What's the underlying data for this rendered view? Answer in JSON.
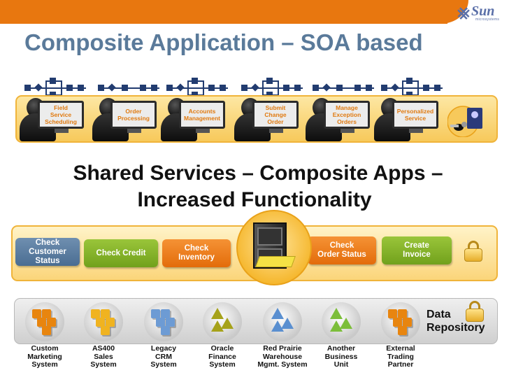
{
  "slide": {
    "title": "Composite Application – SOA based",
    "subtitle_line1": "Shared Services – Composite Apps –",
    "subtitle_line2": "Increased  Functionality"
  },
  "logo": {
    "brand": "Sun",
    "sub": "microsystems"
  },
  "processes": [
    "Field\nService\nScheduling",
    "Order\nProcessing",
    "Accounts\nManagement",
    "Submit\nChange\nOrder",
    "Manage\nException\nOrders",
    "Personalized\nService"
  ],
  "services": [
    {
      "label": "Check\nCustomer Status",
      "color": "#5b7ea3"
    },
    {
      "label": "Check Credit",
      "color": "#7aa82a"
    },
    {
      "label": "Check\nInventory",
      "color": "#ef7f1a"
    },
    {
      "label": "Check\nOrder Status",
      "color": "#ef7f1a"
    },
    {
      "label": "Create\nInvoice",
      "color": "#7aa82a"
    }
  ],
  "data_sources": [
    {
      "label": "Custom\nMarketing\nSystem",
      "color": "#e8850f",
      "icon": "cubes-icon"
    },
    {
      "label": "AS400\nSales\nSystem",
      "color": "#f0b320",
      "icon": "cubes-icon"
    },
    {
      "label": "Legacy\nCRM\nSystem",
      "color": "#6d9bd4",
      "icon": "cubes-icon"
    },
    {
      "label": "Oracle\nFinance\nSystem",
      "color": "#a6a21a",
      "icon": "pyramids-icon"
    },
    {
      "label": "Red Prairie\nWarehouse\nMgmt. System",
      "color": "#5a8fd0",
      "icon": "pyramids-icon"
    },
    {
      "label": "Another\nBusiness\nUnit",
      "color": "#7cbe3a",
      "icon": "pyramids-icon"
    },
    {
      "label": "External\nTrading\nPartner",
      "color": "#e8850f",
      "icon": "cubes-icon"
    }
  ],
  "data_repository": "Data\nRepository",
  "colors": {
    "banner": "#e8770f",
    "title": "#5a7a9a",
    "process_text": "#e07a10"
  }
}
